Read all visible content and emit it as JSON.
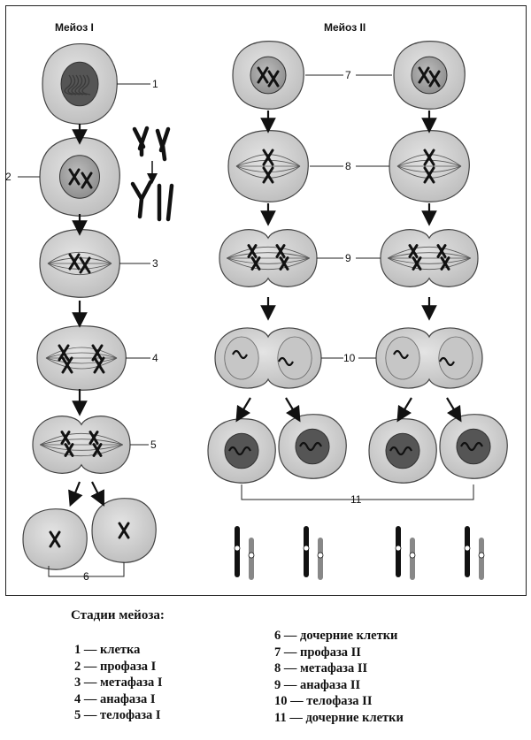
{
  "headers": {
    "meiosis1": "Мейоз  I",
    "meiosis2": "Мейоз  II"
  },
  "labels": [
    "1",
    "2",
    "3",
    "4",
    "5",
    "6",
    "7",
    "8",
    "9",
    "10",
    "11"
  ],
  "legend": {
    "title": "Стадии мейоза:",
    "left": [
      "1 — клетка",
      "2 — профаза I",
      "3 — метафаза I",
      "4 — анафаза I",
      "5  — телофаза I"
    ],
    "right": [
      "6  — дочерние клетки",
      "7  — профаза II",
      "8  — метафаза II",
      "9  — анафаза II",
      "10  — телофаза II",
      "11  — дочерние клетки"
    ]
  },
  "colors": {
    "cell": "#cfcfcf",
    "cell_edge": "#444",
    "nucleus": "#a9a9a9",
    "chromatin": "#3a3a3a",
    "chromosome": "#111"
  }
}
